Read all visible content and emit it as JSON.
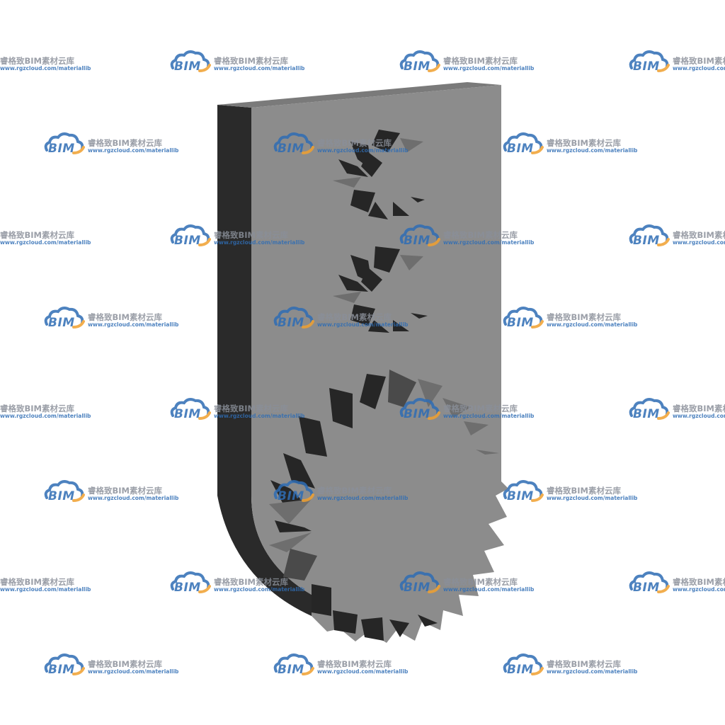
{
  "watermark": {
    "brand": "BIM",
    "name": "睿格致BIM素材云库",
    "url": "www.rgzcloud.com/materiallib",
    "colors": {
      "brand_blue": "#2f6db5",
      "brand_orange": "#f0a030",
      "text_gray": "#8a8f99"
    }
  },
  "model": {
    "colors": {
      "face": "#8c8c8c",
      "top": "#7a7a7a",
      "side": "#2a2a2a",
      "tooth_dark": "#262626",
      "tooth_mid": "#4a4a4a",
      "tooth_light": "#6e6e6e"
    }
  }
}
